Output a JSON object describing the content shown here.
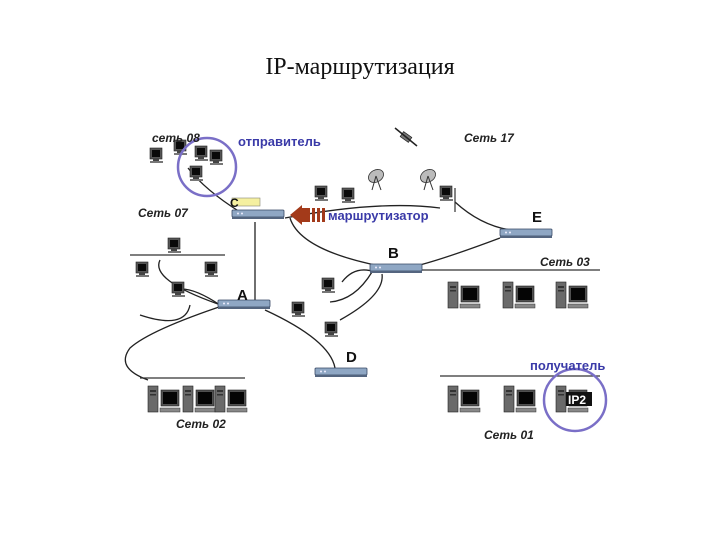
{
  "title": "IP-маршрутизация",
  "networks": {
    "net08": "сеть 08",
    "net17": "Сеть 17",
    "net07": "Сеть 07",
    "net03": "Сеть 03",
    "net02": "Сеть 02",
    "net01": "Сеть 01"
  },
  "roles": {
    "sender": "отправитель",
    "receiver": "получатель",
    "router_note": "маршрутизатор"
  },
  "routers": {
    "A": "A",
    "B": "B",
    "C": "C",
    "D": "D",
    "E": "E"
  },
  "ip_badge": "IP2",
  "colors": {
    "highlight_circle": "#7a6fc7",
    "router_fill": "#8fa7c4",
    "arrow": "#a33a1a",
    "label_blue": "#3a3aa8"
  }
}
